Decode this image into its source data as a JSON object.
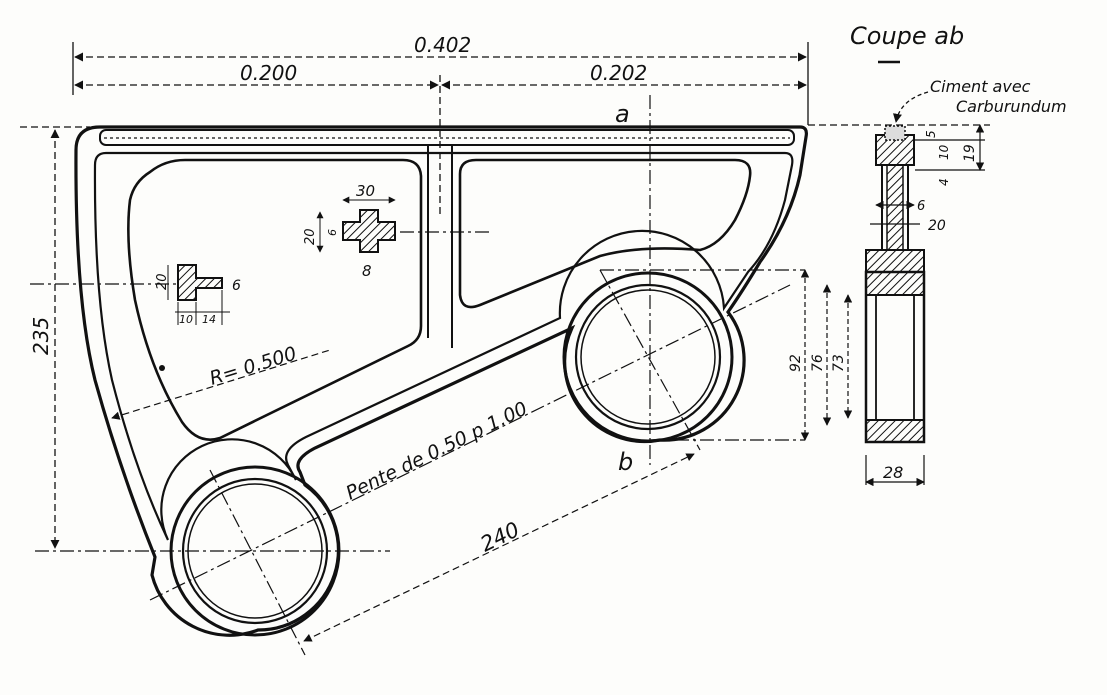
{
  "title": "Coupe ab",
  "dims": {
    "overall_width": "0.402",
    "left_width": "0.200",
    "right_width": "0.202",
    "height": "235",
    "radius": "R= 0.500",
    "slope": "Pente de 0.50 p 1.00",
    "center_distance": "240"
  },
  "section_labels": {
    "a": "a",
    "b": "b"
  },
  "cross_sections": {
    "left": {
      "h": "20",
      "w": "6",
      "b1": "10",
      "b2": "14"
    },
    "middle": {
      "w": "30",
      "h": "20",
      "t": "6",
      "b": "8"
    }
  },
  "side_view": {
    "note_line1": "Ciment avec",
    "note_line2": "Carburundum",
    "top_dims": [
      "5",
      "10",
      "19",
      "4"
    ],
    "web_t": "6",
    "web_w": "20",
    "hub_dims": [
      "92",
      "76",
      "73"
    ],
    "width": "28"
  }
}
